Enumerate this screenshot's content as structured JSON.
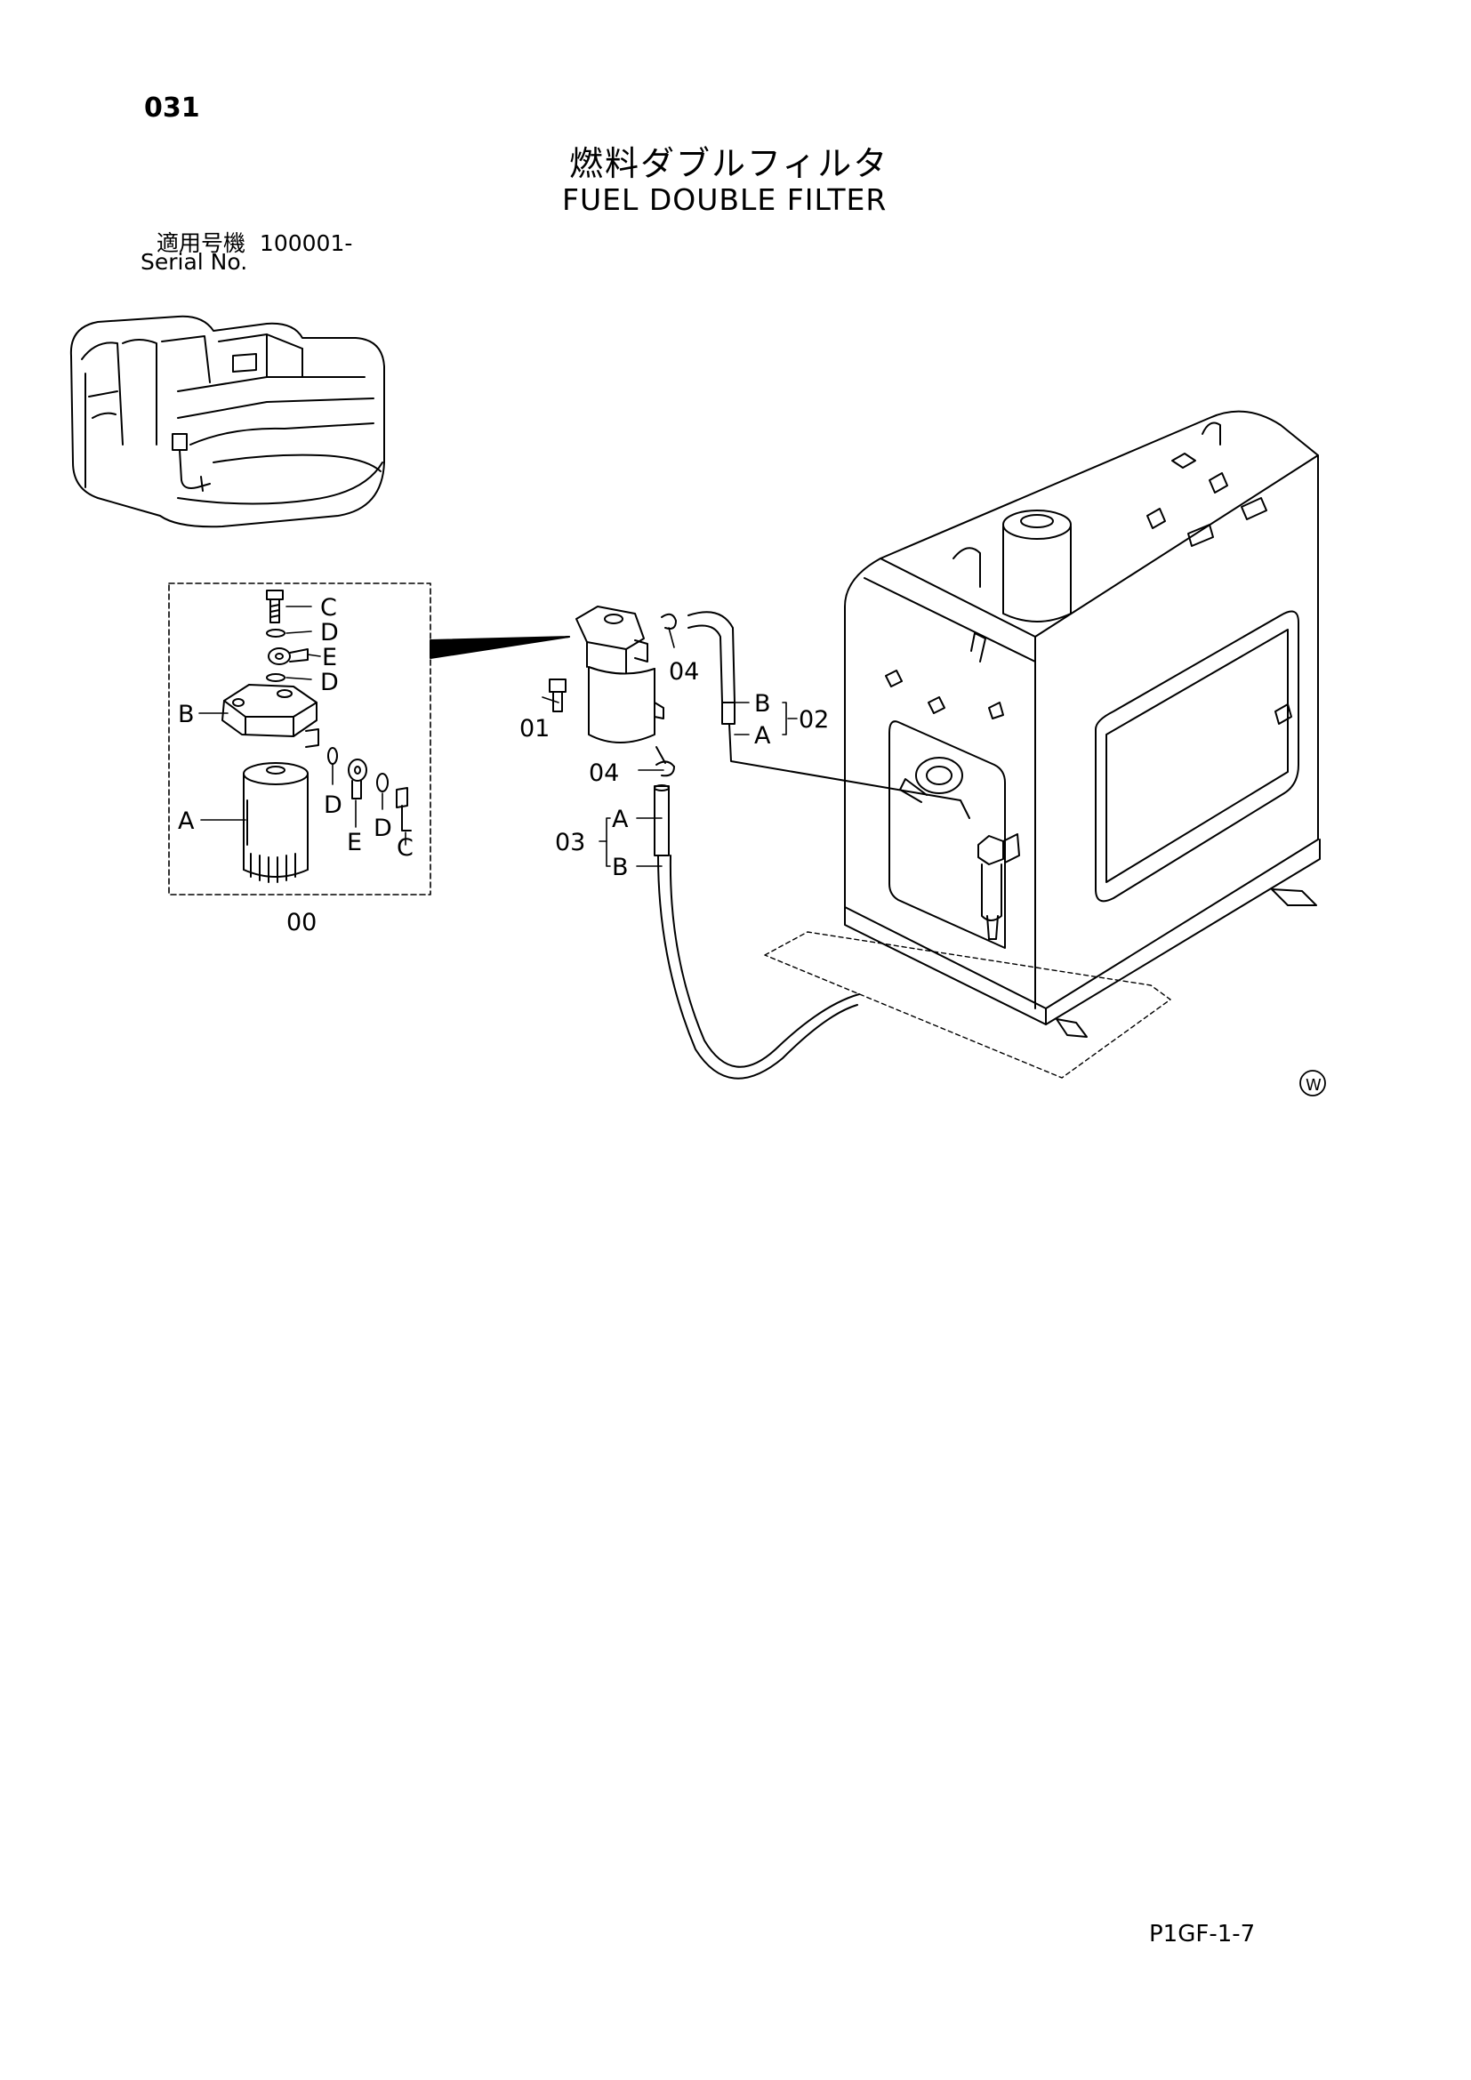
{
  "header": {
    "page_number": "031",
    "title_ja": "燃料ダブルフィルタ",
    "title_en": "FUEL DOUBLE FILTER",
    "serial_label_ja": "適用号機",
    "serial_value": "100001-",
    "serial_label_en": "Serial No."
  },
  "callouts": {
    "assembly_00": "00",
    "part_01": "01",
    "part_02": "02",
    "part_03": "03",
    "part_04_top": "04",
    "part_04_bottom": "04",
    "sub_A": "A",
    "sub_B": "B",
    "sub_C": "C",
    "sub_D": "D",
    "sub_E": "E"
  },
  "mark_W": "W",
  "footer": {
    "code": "P1GF-1-7"
  }
}
